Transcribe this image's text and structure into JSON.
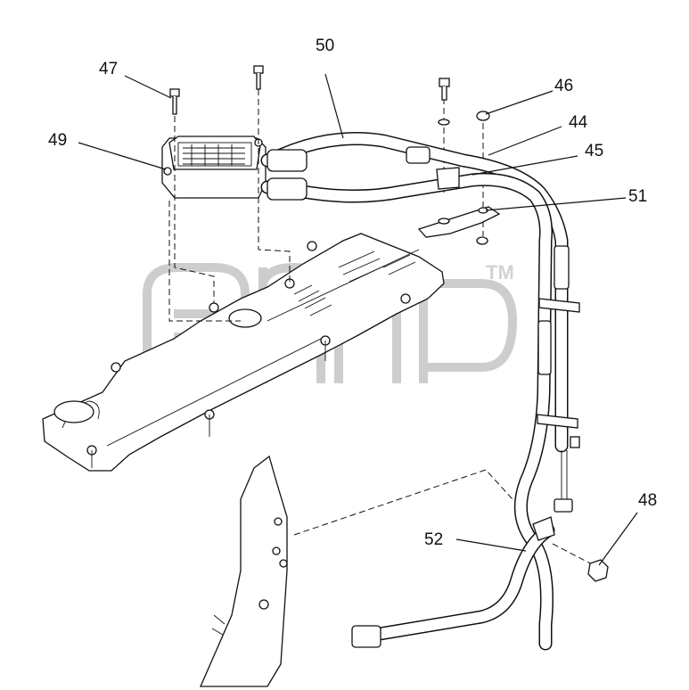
{
  "callouts": [
    {
      "id": "c50",
      "text": "50"
    },
    {
      "id": "c47",
      "text": "47"
    },
    {
      "id": "c46",
      "text": "46"
    },
    {
      "id": "c44",
      "text": "44"
    },
    {
      "id": "c49",
      "text": "49"
    },
    {
      "id": "c45",
      "text": "45"
    },
    {
      "id": "c51",
      "text": "51"
    },
    {
      "id": "c48",
      "text": "48"
    },
    {
      "id": "c52",
      "text": "52"
    }
  ],
  "watermark": {
    "trademark": "TM"
  }
}
